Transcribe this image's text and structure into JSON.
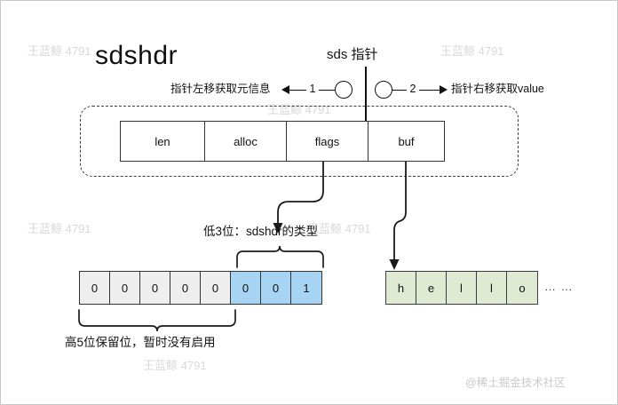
{
  "diagram": {
    "title": "sdshdr",
    "pointer_label": "sds 指针",
    "annotations": {
      "left_text": "指针左移获取元信息",
      "left_number": "1",
      "right_number": "2",
      "right_text": "指针右移获取value"
    },
    "struct_fields": [
      {
        "label": "len"
      },
      {
        "label": "alloc"
      },
      {
        "label": "flags"
      },
      {
        "label": "buf"
      }
    ],
    "flags_caption": "低3位：sdshdr的类型",
    "reserved_caption": "高5位保留位，暂时没有启用",
    "bits": [
      {
        "value": "0",
        "group": "reserved"
      },
      {
        "value": "0",
        "group": "reserved"
      },
      {
        "value": "0",
        "group": "reserved"
      },
      {
        "value": "0",
        "group": "reserved"
      },
      {
        "value": "0",
        "group": "reserved"
      },
      {
        "value": "0",
        "group": "type"
      },
      {
        "value": "0",
        "group": "type"
      },
      {
        "value": "1",
        "group": "type"
      }
    ],
    "buffer_chars": [
      {
        "value": "h"
      },
      {
        "value": "e"
      },
      {
        "value": "l"
      },
      {
        "value": "l"
      },
      {
        "value": "o"
      }
    ],
    "buffer_ellipsis": "… …",
    "colors": {
      "reserved_bit_bg": "#eeeeee",
      "type_bit_bg": "#a6d4f2",
      "char_bg": "#dfead3",
      "stroke": "#333333"
    },
    "watermarks": {
      "tile": "王蓝鲸 4791",
      "brand": "@稀土掘金技术社区"
    }
  }
}
